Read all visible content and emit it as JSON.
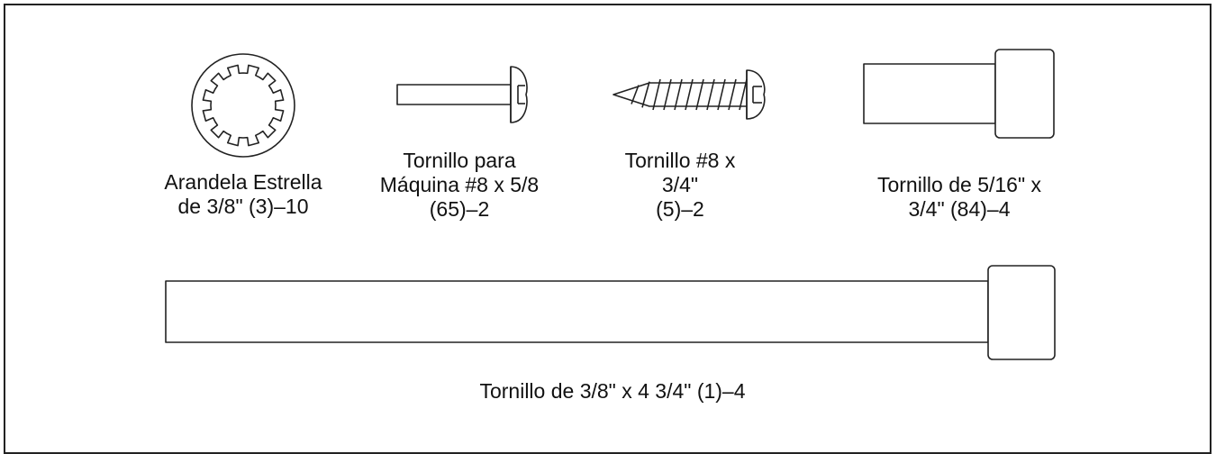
{
  "parts": [
    {
      "id": "star-washer",
      "icon": "star-washer-icon",
      "lines": [
        "Arandela Estrella",
        "de 3/8\" (3)–10"
      ]
    },
    {
      "id": "machine-screw",
      "icon": "machine-screw-icon",
      "lines": [
        "Tornillo para",
        "Máquina #8 x 5/8",
        "(65)–2"
      ]
    },
    {
      "id": "screw-8",
      "icon": "wood-screw-icon",
      "lines": [
        "Tornillo #8 x",
        "3/4\"",
        "(5)–2"
      ]
    },
    {
      "id": "bolt-5-16",
      "icon": "short-bolt-icon",
      "lines": [
        "Tornillo de 5/16\" x",
        "3/4\" (84)–4"
      ]
    },
    {
      "id": "bolt-3-8",
      "icon": "long-bolt-icon",
      "lines": [
        "Tornillo de 3/8\" x 4 3/4\" (1)–4"
      ]
    }
  ]
}
